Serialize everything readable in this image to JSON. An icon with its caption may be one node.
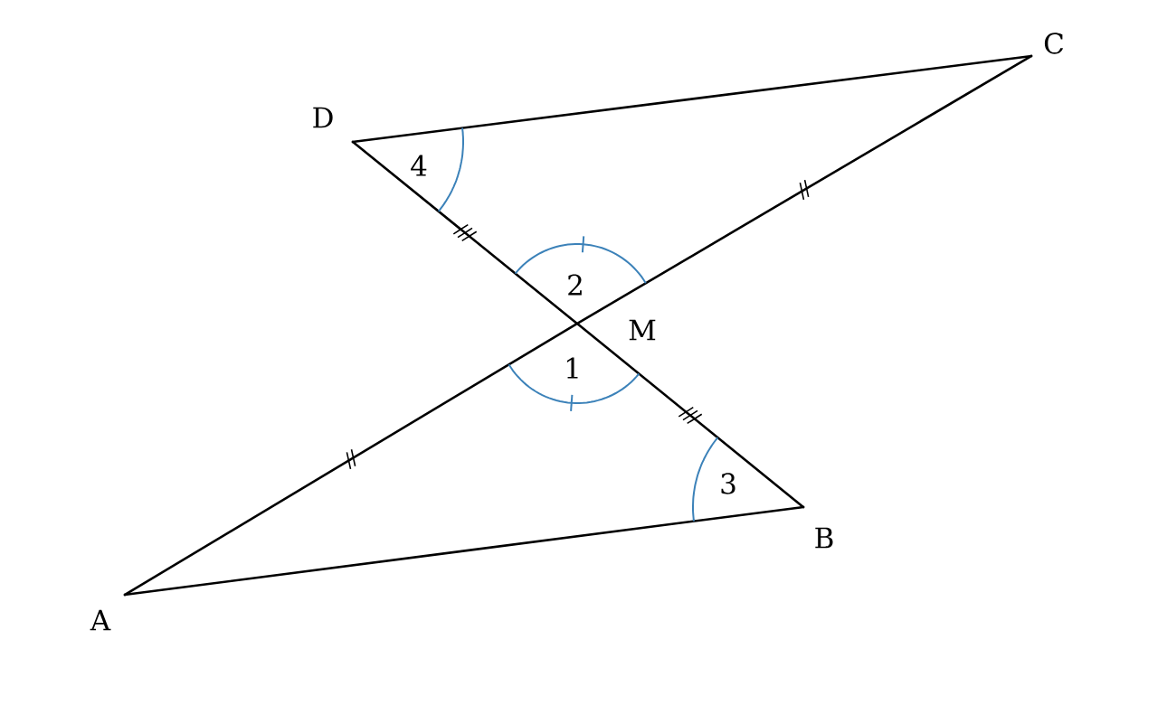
{
  "diagram": {
    "nodes": [
      {
        "text": [],
        "shape": "point",
        "beside": [
          "A"
        ]
      },
      {
        "text": [],
        "shape": "point",
        "beside": [
          "B"
        ]
      },
      {
        "text": [],
        "shape": "point",
        "beside": [
          "C"
        ]
      },
      {
        "text": [],
        "shape": "point",
        "beside": [
          "D"
        ]
      },
      {
        "text": [],
        "shape": "point",
        "beside": [
          "M"
        ]
      }
    ],
    "edges": [
      {
        "from": 3,
        "to": 2,
        "arrow": "none"
      },
      {
        "from": 3,
        "to": 4,
        "arrow": "none"
      },
      {
        "from": 4,
        "to": 1,
        "arrow": "none"
      },
      {
        "from": 0,
        "to": 4,
        "arrow": "none"
      },
      {
        "from": 4,
        "to": 2,
        "arrow": "none"
      },
      {
        "from": 0,
        "to": 1,
        "arrow": "none"
      }
    ],
    "labels": [
      "4",
      "2",
      "1",
      "3"
    ]
  }
}
